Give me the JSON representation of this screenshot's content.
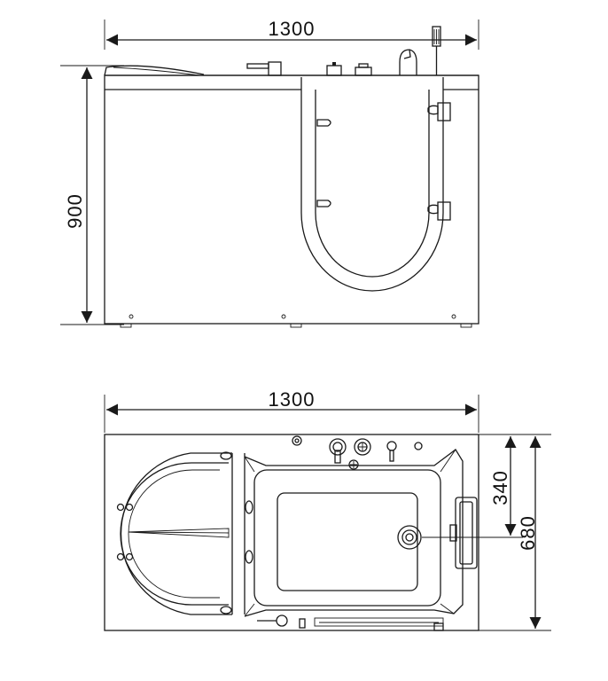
{
  "side_view": {
    "width_label": "1300",
    "height_label": "900"
  },
  "top_view": {
    "width_label": "1300",
    "depth_label": "680",
    "drain_offset_label": "340"
  },
  "colors": {
    "line": "#1a1a1a",
    "background": "#ffffff"
  }
}
